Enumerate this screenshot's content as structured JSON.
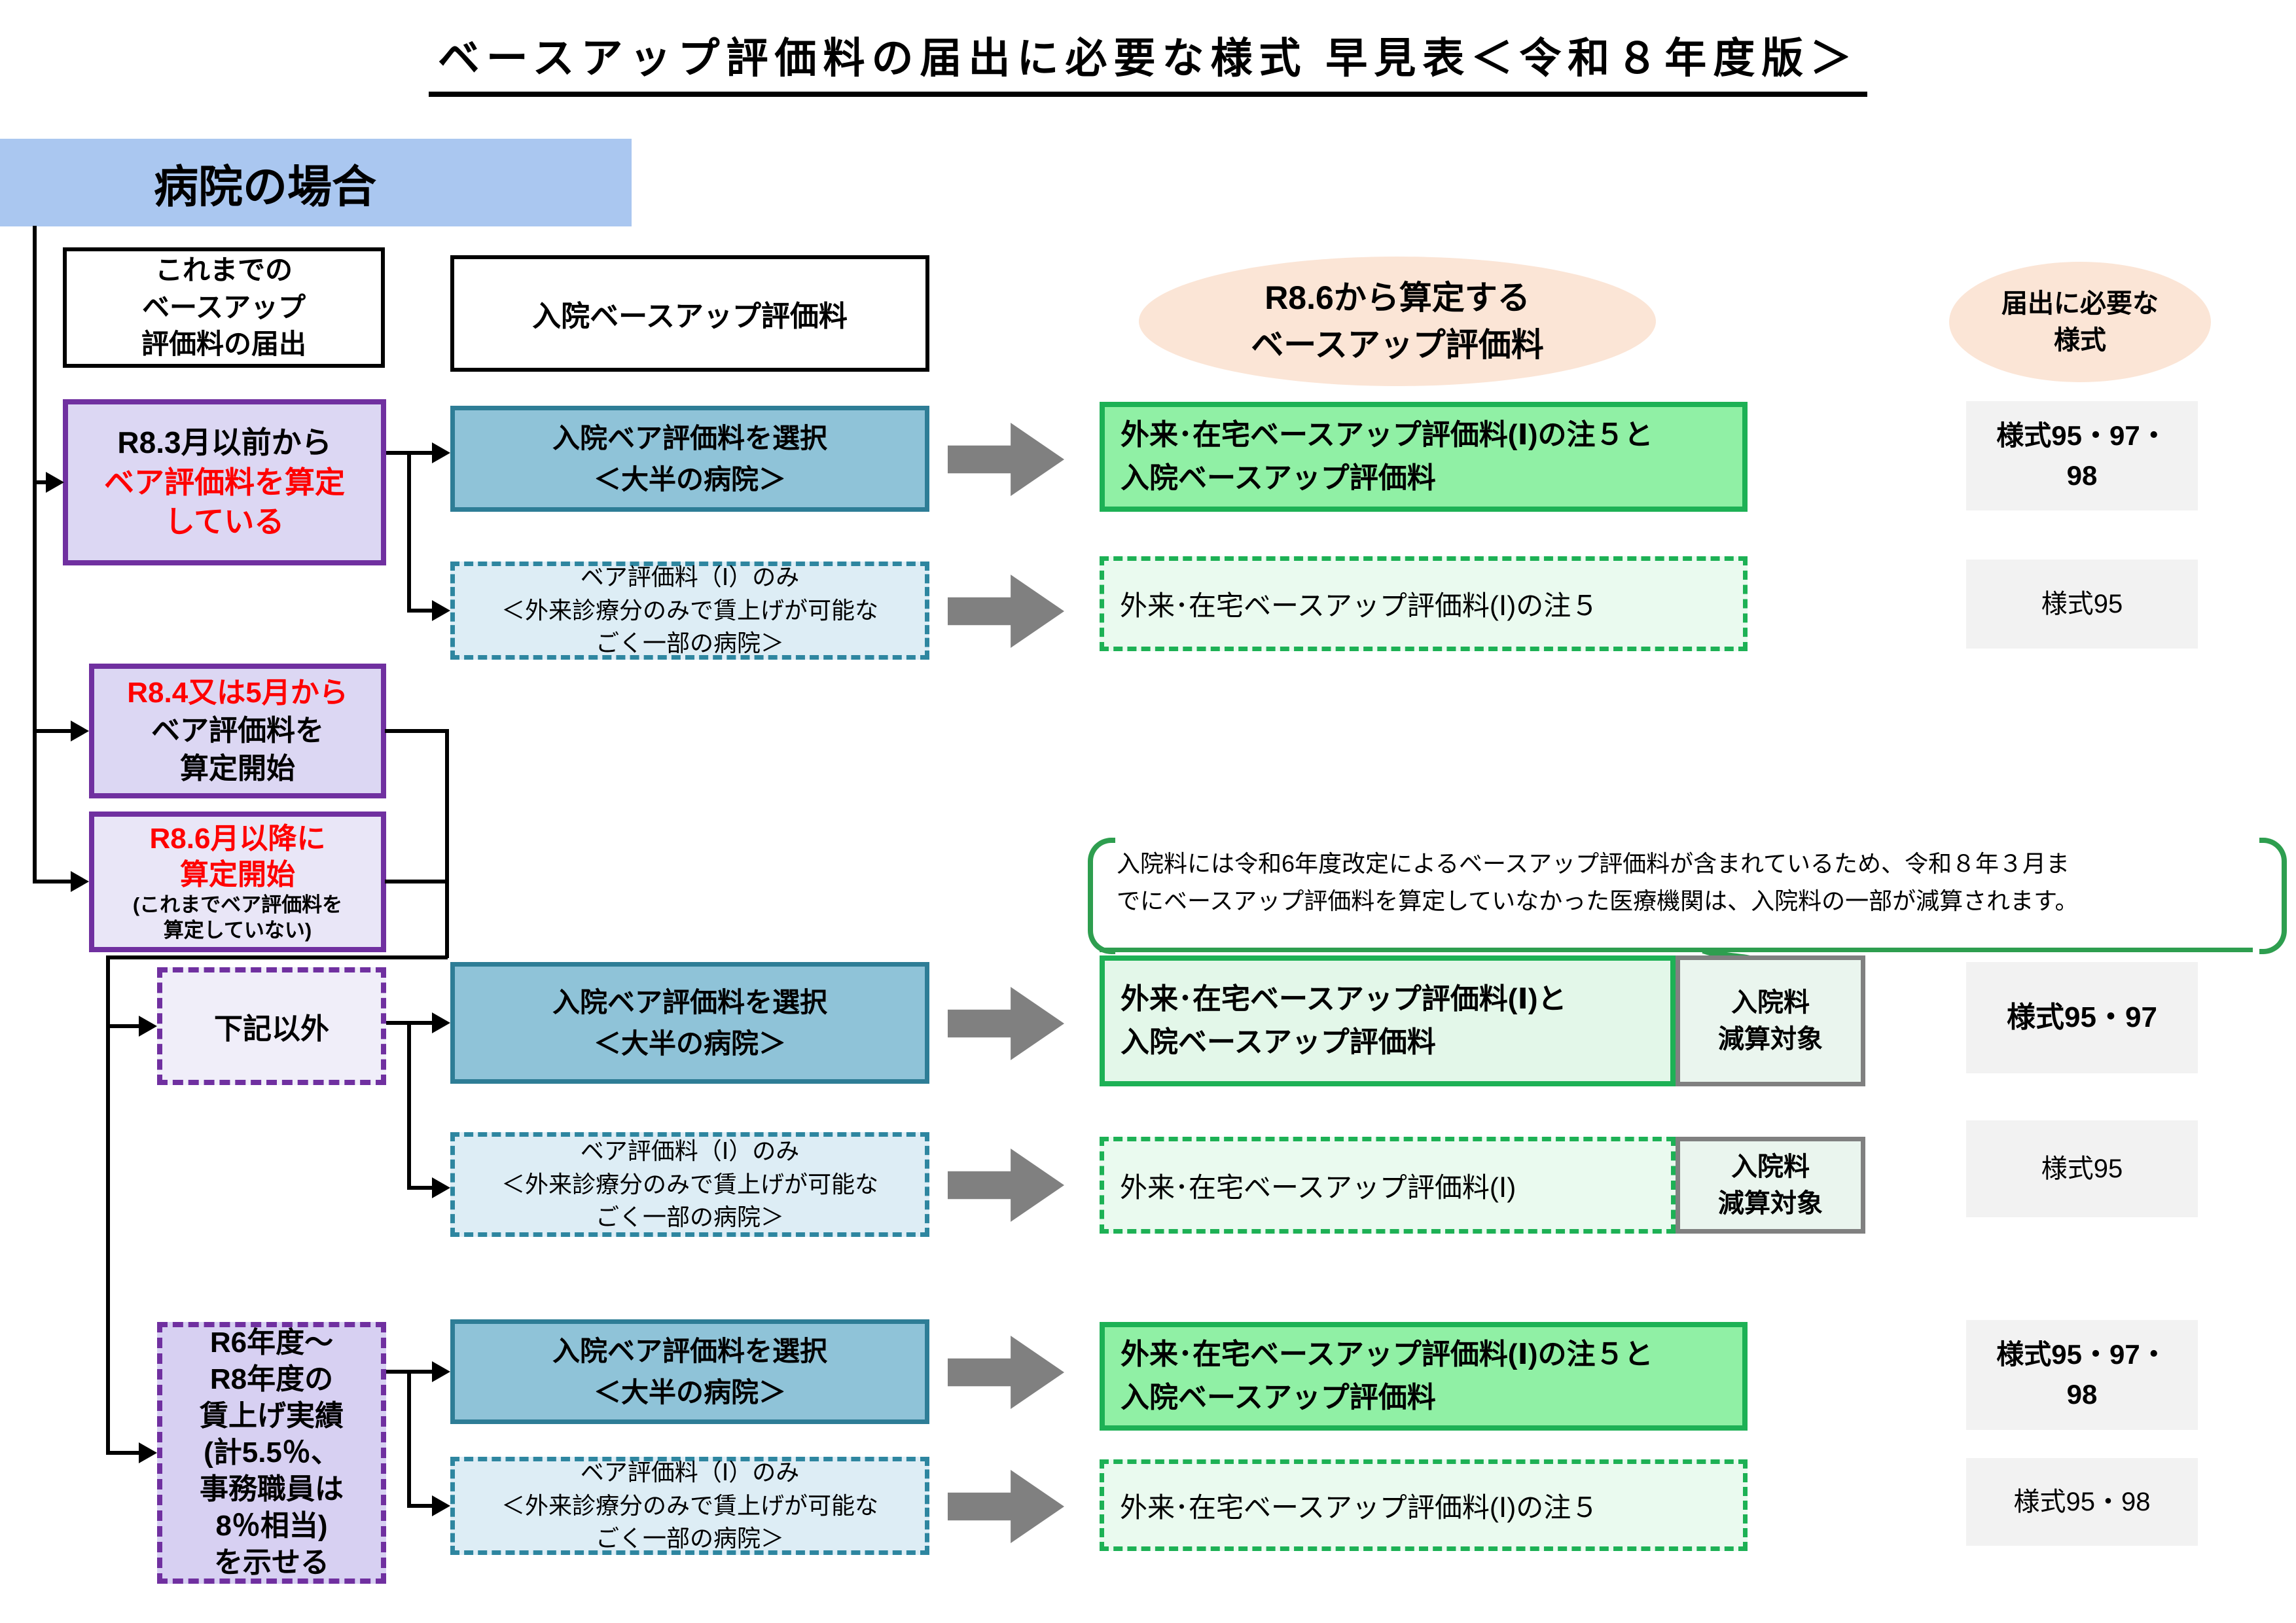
{
  "title": "ベースアップ評価料の届出に必要な様式 早見表＜令和８年度版＞",
  "banner": "病院の場合",
  "headers": {
    "prev": [
      "これまでの",
      "ベースアップ",
      "評価料の届出"
    ],
    "inpatient": "入院ベースアップ評価料",
    "r86_calc": [
      "R8.6から算定する",
      "ベースアップ評価料"
    ],
    "forms_needed": [
      "届出に必要な",
      "様式"
    ]
  },
  "left_boxes": {
    "r83": {
      "line1": "R8.3月以前から",
      "line2": "ベア評価料を算定",
      "line3": "している"
    },
    "r84": {
      "line1": "R8.4又は5月から",
      "line2": "ベア評価料を",
      "line3": "算定開始"
    },
    "r86": {
      "line1": "R8.6月以降に",
      "line2": "算定開始",
      "note1": "(これまでベア評価料を",
      "note2": "算定していない)"
    },
    "other": "下記以外",
    "r6": [
      "R6年度〜",
      "R8年度の",
      "賃上げ実績",
      "(計5.5％、",
      "事務職員は",
      "8％相当)",
      "を示せる"
    ]
  },
  "choice_boxes": {
    "select": {
      "line1": "入院ベア評価料を選択",
      "line2": "＜大半の病院＞"
    },
    "only": {
      "line1": "ベア評価料（Ⅰ）のみ",
      "line2": "＜外来診療分のみで賃上げが可能な",
      "line3": "ごく一部の病院＞"
    }
  },
  "result_boxes": {
    "note5_and": {
      "line1": "外来･在宅ベースアップ評価料(Ⅰ)の注５と",
      "line2": "入院ベースアップ評価料"
    },
    "note5_only": "外来･在宅ベースアップ評価料(Ⅰ)の注５",
    "i_and": {
      "line1": "外来･在宅ベースアップ評価料(Ⅰ)と",
      "line2": "入院ベースアップ評価料"
    },
    "i_only": "外来･在宅ベースアップ評価料(Ⅰ)",
    "deduction": {
      "line1": "入院料",
      "line2": "減算対象"
    }
  },
  "forms": {
    "row1": "様式95・97・98",
    "row2": "様式95",
    "row3": "様式95・97",
    "row4": "様式95",
    "row5": "様式95・97・98",
    "row6": "様式95・98"
  },
  "note": {
    "line1": "入院料には令和6年度改定によるベースアップ評価料が含まれているため、令和８年３月ま",
    "line2": "でにベースアップ評価料を算定していなかった医療機関は、入院料の一部が減算されます。"
  },
  "colors": {
    "banner_bg": "#aac7f0",
    "purple_border": "#7030a0",
    "purple_fill": "#dcd7f3",
    "blue_fill": "#8fc3d8",
    "blue_border": "#2e7d96",
    "teal_dash_fill": "#ddedf5",
    "green_bright": "#90f0a5",
    "green_border": "#1db155",
    "green_light": "#e3f7e9",
    "deduction_border": "#808080",
    "form_bg": "#f2f2f2",
    "note_green": "#2e9e4f",
    "arrow_gray": "#808080",
    "red_text": "#ff0000",
    "ellipse_bg": "#fbe5d6"
  }
}
